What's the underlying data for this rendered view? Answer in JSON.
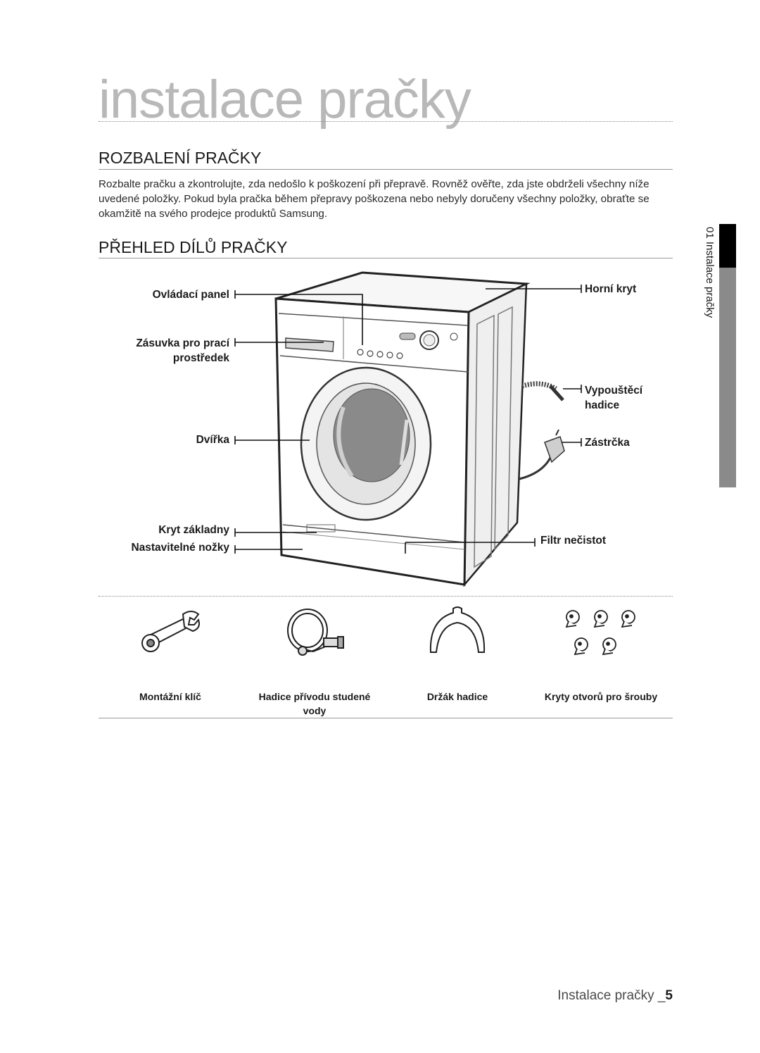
{
  "page_title": "instalace pračky",
  "sections": {
    "unpacking": {
      "heading": "ROZBALENÍ PRAČKY",
      "text": "Rozbalte pračku a zkontrolujte, zda nedošlo k poškození při přepravě. Rovněž ověřte, zda jste obdrželi všechny níže uvedené položky. Pokud byla pračka během přepravy poškozena nebo nebyly doručeny všechny položky, obraťte se okamžitě na svého prodejce produktů Samsung."
    },
    "overview": {
      "heading": "PŘEHLED DÍLŮ PRAČKY"
    }
  },
  "side_tab": {
    "label": "01 Instalace pračky"
  },
  "callouts": {
    "control_panel": "Ovládací panel",
    "detergent_drawer_1": "Zásuvka pro prací",
    "detergent_drawer_2": "prostředek",
    "door": "Dvířka",
    "base_cover": "Kryt základny",
    "adjustable_feet": "Nastavitelné nožky",
    "top_cover": "Horní kryt",
    "drain_hose_1": "Vypouštěcí",
    "drain_hose_2": "hadice",
    "plug": "Zástrčka",
    "debris_filter": "Filtr nečistot"
  },
  "accessories": [
    {
      "label": "Montážní klíč",
      "icon": "wrench-icon"
    },
    {
      "label": "Hadice přívodu studené",
      "label2": "vody",
      "icon": "water-hose-icon"
    },
    {
      "label": "Držák hadice",
      "icon": "hose-holder-icon"
    },
    {
      "label": "Kryty otvorů pro šrouby",
      "icon": "bolt-hole-cap-icon"
    }
  ],
  "footer": {
    "text": "Instalace pračky _",
    "page_number": "5"
  }
}
